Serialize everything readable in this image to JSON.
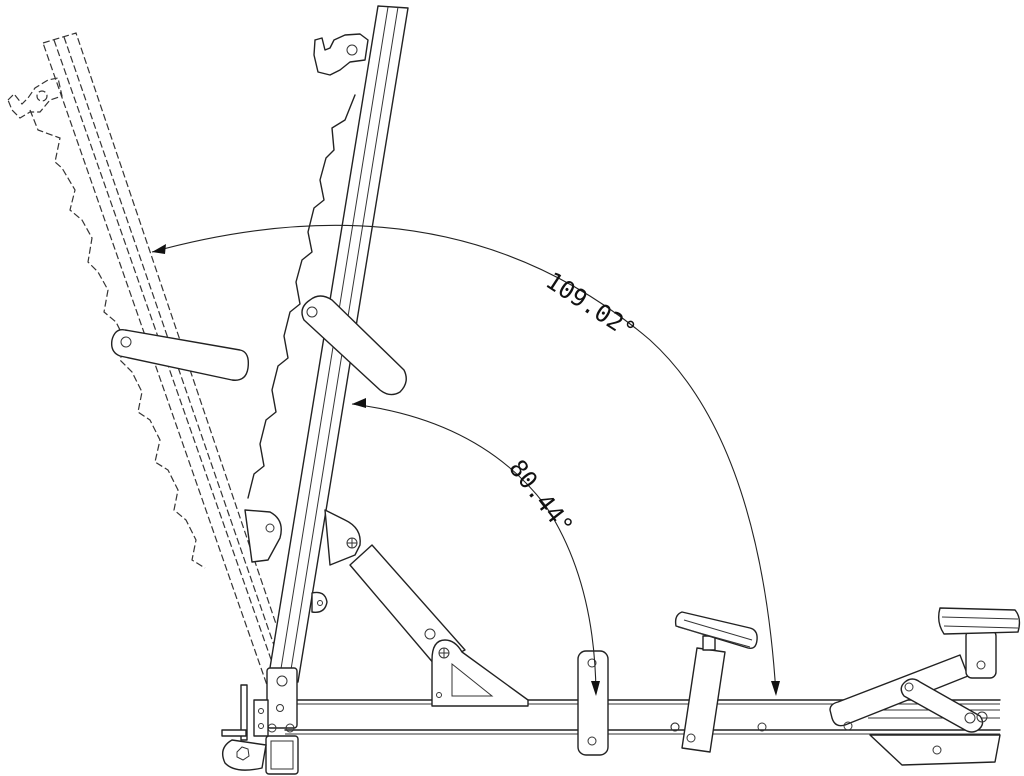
{
  "diagram": {
    "type": "technical line drawing",
    "subject": "adjustable weight bench backrest incline positions (side view)",
    "background_color": "#ffffff",
    "line_color": "#222222",
    "annotations": [
      {
        "id": "angle-large",
        "text": "109.02°",
        "value_deg": 109.02,
        "description": "angle between base rail and reclined (dashed) backrest position"
      },
      {
        "id": "angle-small",
        "text": "80.44°",
        "value_deg": 80.44,
        "description": "angle between base rail and upright backrest position"
      }
    ],
    "components": [
      "reclined backrest (dashed outline, ladder-notched)",
      "upright backrest (solid outline, ladder-notched)",
      "backrest adjustment handles",
      "gas strut / support arm with triangular bracket",
      "base rail",
      "front foot roller pad post",
      "rear foot roller pad linkage",
      "front wheel and square tube end",
      "vertical bracket plate on rail"
    ]
  }
}
